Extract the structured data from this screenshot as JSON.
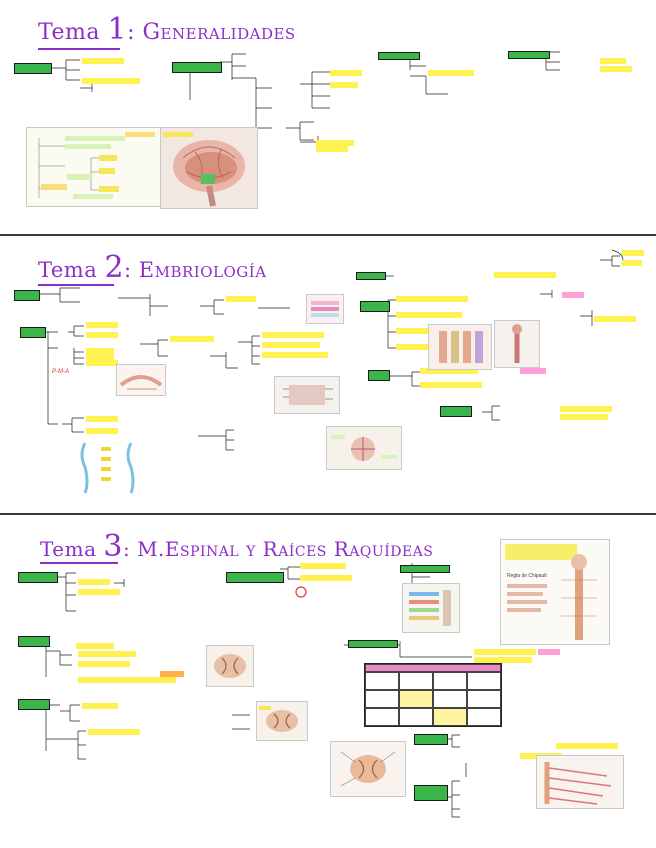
{
  "tema1": {
    "label": "Tema",
    "num": "1",
    "sep": ":",
    "name": "Generalidades"
  },
  "tema2": {
    "label": "Tema",
    "num": "2",
    "sep": ":",
    "name": "Embriología"
  },
  "tema3": {
    "label": "Tema",
    "num": "3",
    "sep": ":",
    "name": "M.Espinal y Raíces Raquídeas"
  },
  "annotations": {
    "pma": "P-M-A",
    "tema3_image_title": "Regla de Chipault"
  },
  "colors": {
    "title": "#8b2fc9",
    "box": "#39b54a",
    "highlight": "#fff250",
    "pink": "#ff9fd6",
    "orange": "#ffb04a",
    "separator": "#3a3a3a"
  }
}
